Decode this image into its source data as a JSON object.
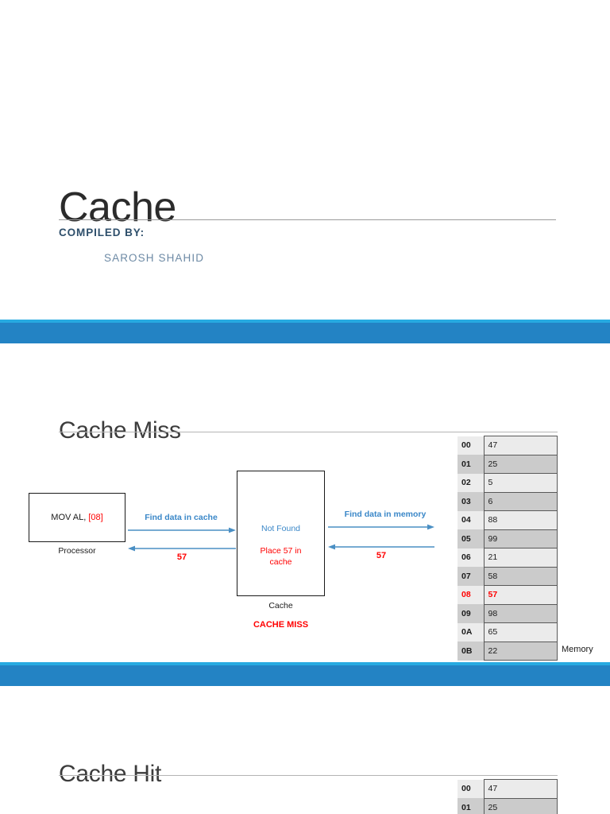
{
  "title_slide": {
    "title": "Cache",
    "compiled_by_label": "COMPILED BY:",
    "author": "SAROSH SHAHID",
    "label_color": "#2e4f6b",
    "author_color": "#6d8aa5"
  },
  "separator": {
    "accent_top_color": "#27aae1",
    "body_color": "#2383c4"
  },
  "cache_miss_slide": {
    "heading": "Cache Miss",
    "processor": {
      "instruction_prefix": "MOV AL, ",
      "instruction_operand": "[08]",
      "caption": "Processor"
    },
    "cache": {
      "status": "Not Found",
      "action_line1": "Place 57 in",
      "action_line2": "cache",
      "caption": "Cache",
      "result": "CACHE MISS",
      "status_color": "#3a87c8",
      "action_color": "#ff0000",
      "result_color": "#ff0000"
    },
    "arrows": {
      "left_forward_label": "Find data in cache",
      "left_return_label": "57",
      "right_forward_label": "Find data in memory",
      "right_return_label": "57",
      "line_color": "#4a8fc4",
      "label_color": "#3a87c8",
      "value_color": "#ff0000"
    },
    "memory": {
      "label": "Memory",
      "highlight_address": "08",
      "rows": [
        {
          "address": "00",
          "value": "47"
        },
        {
          "address": "01",
          "value": "25"
        },
        {
          "address": "02",
          "value": "5"
        },
        {
          "address": "03",
          "value": "6"
        },
        {
          "address": "04",
          "value": "88"
        },
        {
          "address": "05",
          "value": "99"
        },
        {
          "address": "06",
          "value": "21"
        },
        {
          "address": "07",
          "value": "58"
        },
        {
          "address": "08",
          "value": "57"
        },
        {
          "address": "09",
          "value": "98"
        },
        {
          "address": "0A",
          "value": "65"
        },
        {
          "address": "0B",
          "value": "22"
        }
      ]
    }
  },
  "cache_hit_slide": {
    "heading": "Cache Hit",
    "memory": {
      "rows": [
        {
          "address": "00",
          "value": "47"
        },
        {
          "address": "01",
          "value": "25"
        }
      ]
    }
  }
}
